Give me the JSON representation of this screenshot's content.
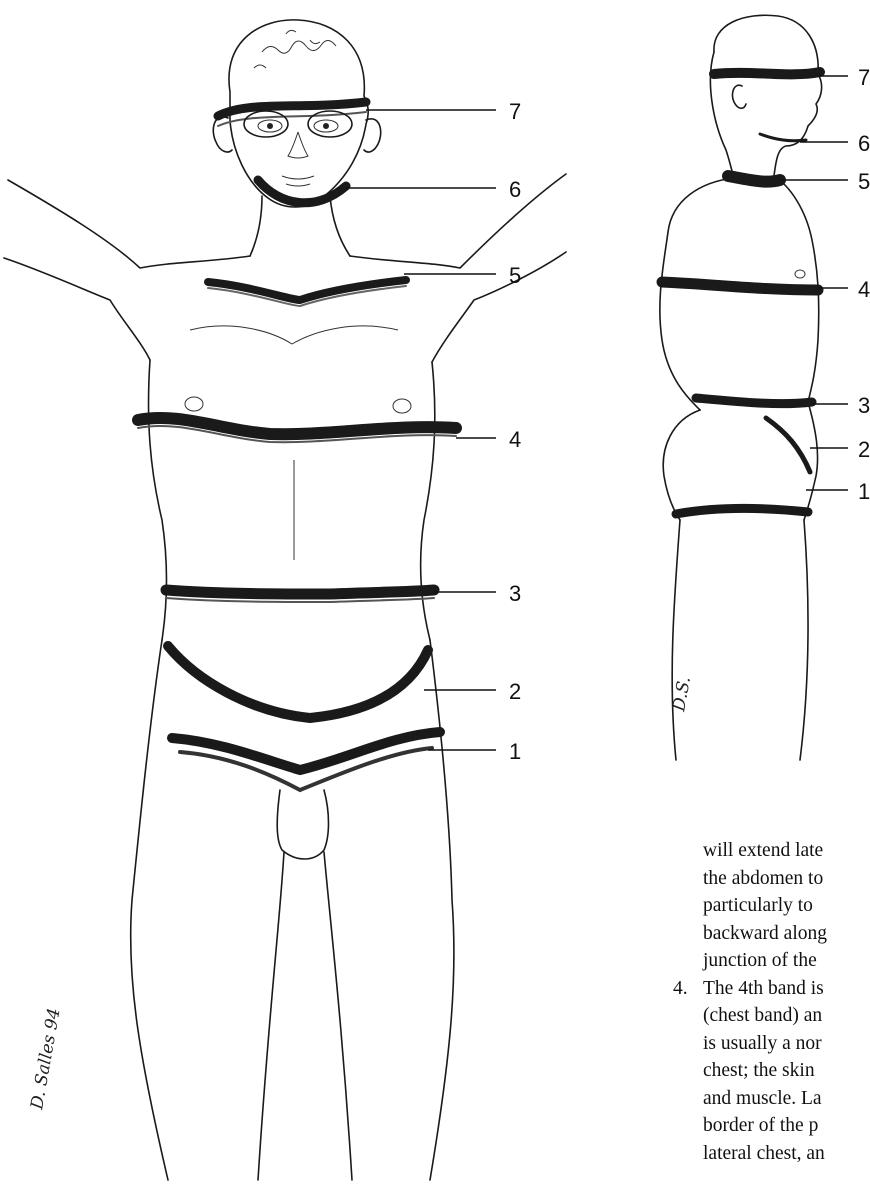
{
  "figure": {
    "front_view": {
      "band_labels": [
        "7",
        "6",
        "5",
        "4",
        "3",
        "2",
        "1"
      ],
      "signature": "D. Salles 94"
    },
    "side_view": {
      "band_labels": [
        "7",
        "6",
        "5",
        "4",
        "3",
        "2",
        "1"
      ],
      "signature": "D.S."
    },
    "colors": {
      "ink": "#1a1a1a",
      "paper": "#ffffff"
    }
  },
  "text": {
    "lines": [
      "will extend late",
      "the abdomen to",
      "particularly to",
      "backward along",
      "junction of the"
    ],
    "item_number": "4.",
    "item_lines": [
      "The 4th band is",
      "(chest band) an",
      "is usually a nor",
      "chest; the skin",
      "and muscle. La",
      "border of the p",
      "lateral chest, an"
    ]
  }
}
